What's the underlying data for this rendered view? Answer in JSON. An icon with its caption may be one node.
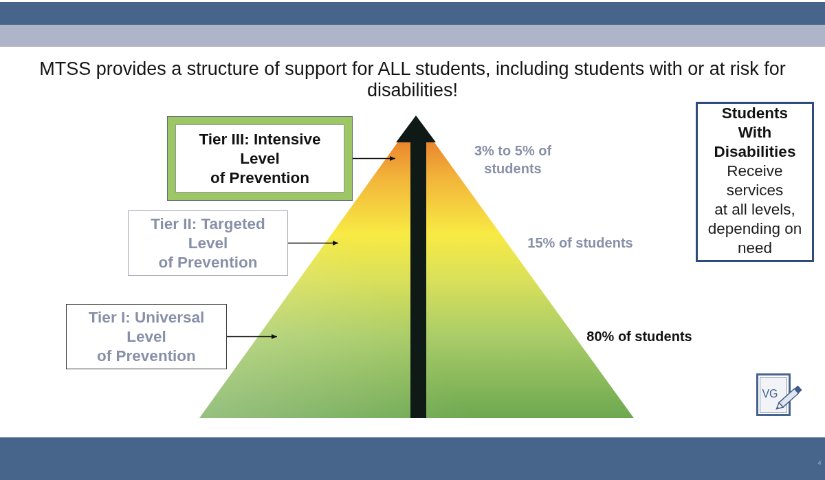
{
  "diagram": {
    "title": "MTSS provides a structure of support for ALL students, including students with or at risk for disabilities!",
    "nodes": [
      {
        "text": [
          "Tier III: Intensive Level of Prevention"
        ]
      },
      {
        "text": [
          "Tier II: Targeted Level of Prevention"
        ]
      },
      {
        "text": [
          "Tier I: Universal Level of Prevention"
        ]
      },
      {
        "text": [
          "Students With Disabilities",
          "Receive services at all levels, depending on need"
        ]
      }
    ],
    "edges": [
      {
        "from": 0,
        "to": null,
        "arrow": "to"
      },
      {
        "from": 1,
        "to": null,
        "arrow": "to"
      },
      {
        "from": 2,
        "to": null,
        "arrow": "to"
      }
    ],
    "labels": [
      "3% to 5% of students",
      "15% of students",
      "80% of students",
      "VG",
      "4"
    ]
  }
}
